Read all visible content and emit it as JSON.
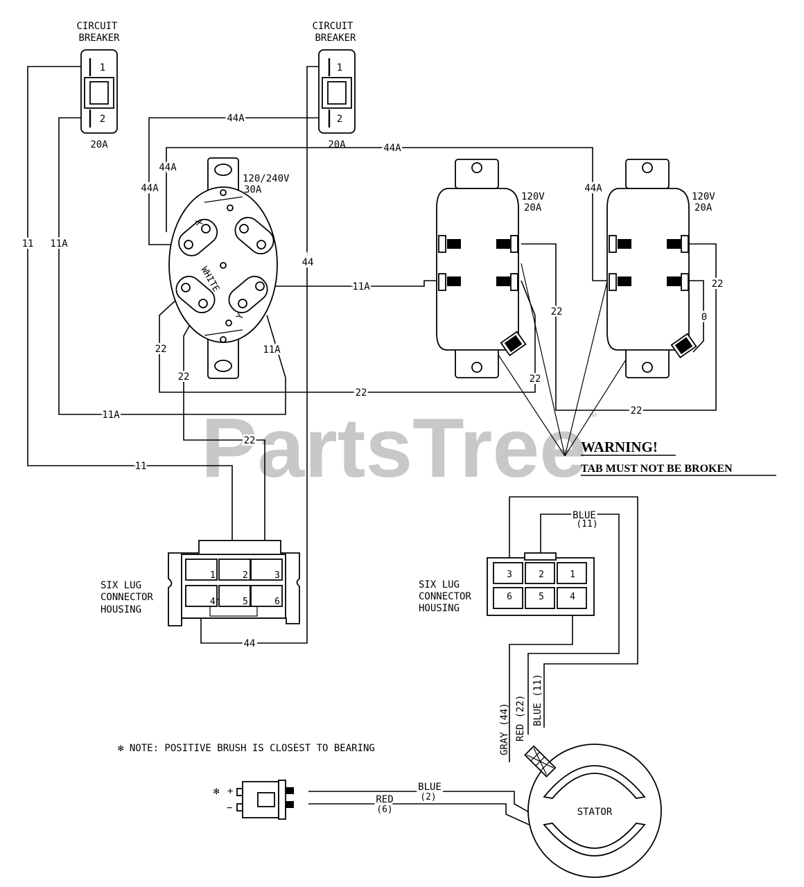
{
  "circuit_breakers": [
    {
      "title_line1": "CIRCUIT",
      "title_line2": "BREAKER",
      "pin1": "1",
      "pin2": "2",
      "rating": "20A"
    },
    {
      "title_line1": "CIRCUIT",
      "title_line2": "BREAKER",
      "pin1": "1",
      "pin2": "2",
      "rating": "20A"
    }
  ],
  "receptacle_main": {
    "rating_line1": "120/240V",
    "rating_line2": "30A",
    "mark_x": "X",
    "mark_white": "WHITE",
    "mark_y": "Y"
  },
  "receptacle_duplex": [
    {
      "rating_line1": "120V",
      "rating_line2": "20A"
    },
    {
      "rating_line1": "120V",
      "rating_line2": "20A"
    }
  ],
  "wire_labels": {
    "w11_left": "11",
    "w11a_left": "11A",
    "w44a_top": "44A",
    "w44a_mid": "44A",
    "w44a_side": "44A",
    "w44a_long": "44A",
    "w44a_right": "44A",
    "w44_vertical": "44",
    "w11a_mid": "11A",
    "w11a_recept": "11A",
    "w22_recept": "22",
    "w22_recept2": "22",
    "w22_long": "22",
    "w22_right": "22",
    "w22_right2": "22",
    "w22_bottom": "22",
    "w22_duplex": "22",
    "w0_right": "0",
    "w11a_bottom": "11A",
    "w22_lower": "22",
    "w11_lower": "11",
    "w44_bottom": "44"
  },
  "warning": {
    "title": "WARNING!",
    "text": "TAB MUST NOT BE BROKEN"
  },
  "connector_left": {
    "line1": "SIX LUG",
    "line2": "CONNECTOR",
    "line3": "HOUSING",
    "pins": [
      "1",
      "2",
      "3",
      "4",
      "5",
      "6"
    ]
  },
  "connector_right": {
    "line1": "SIX LUG",
    "line2": "CONNECTOR",
    "line3": "HOUSING",
    "pins": [
      "3",
      "2",
      "1",
      "6",
      "5",
      "4"
    ]
  },
  "stator_wires": {
    "blue_top": "BLUE",
    "blue_top_num": "(11)",
    "gray": "GRAY (44)",
    "red": "RED (22)",
    "blue": "BLUE (11)",
    "blue_brush": "BLUE",
    "blue_brush_num": "(2)",
    "red_brush": "RED",
    "red_brush_num": "(6)"
  },
  "stator_label": "STATOR",
  "note": "✻ NOTE: POSITIVE BRUSH IS CLOSEST TO BEARING",
  "brush": {
    "star": "✻",
    "plus": "+",
    "minus": "−"
  },
  "watermark": "PartsTree",
  "watermark_tm": "™"
}
